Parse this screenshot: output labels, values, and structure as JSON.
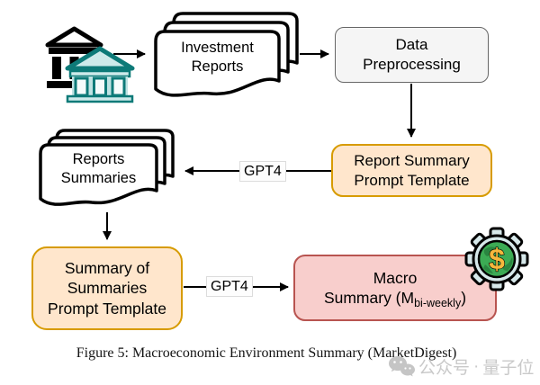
{
  "diagram": {
    "nodes": {
      "investment_reports": {
        "line1": "Investment",
        "line2": "Reports"
      },
      "data_preprocessing": {
        "line1": "Data",
        "line2": "Preprocessing"
      },
      "report_summary_prompt": {
        "line1": "Report Summary",
        "line2": "Prompt Template"
      },
      "reports_summaries": {
        "line1": "Reports",
        "line2": "Summaries"
      },
      "summary_of_summaries_prompt": {
        "line1": "Summary of",
        "line2": "Summaries",
        "line3": "Prompt Template"
      },
      "macro_summary": {
        "line1": "Macro",
        "line2_prefix": "Summary (M",
        "line2_subscript": "bi-weekly",
        "line2_suffix": ")"
      }
    },
    "edge_labels": {
      "gpt4_reports": "GPT4",
      "gpt4_macro": "GPT4"
    },
    "icons": {
      "bank_back": "bank-institution-black",
      "bank_front": "bank-institution-teal",
      "documents": "stacked-documents",
      "gear": "gear-globe-dollar"
    },
    "colors": {
      "box_gray_fill": "#f5f5f5",
      "box_gray_border": "#676767",
      "box_orange_fill": "#ffe6cc",
      "box_orange_border": "#d79b00",
      "box_pink_fill": "#f8cecc",
      "box_pink_border": "#b85450",
      "bank_teal_stroke": "#0d7a78",
      "bank_teal_fill": "#cdeaea",
      "gear_fill": "#d6e8ea",
      "globe_green": "#3cab54",
      "dollar_gold": "#f5b83d",
      "connector": "#000000"
    }
  },
  "caption": "Figure 5: Macroeconomic Environment Summary (MarketDigest)",
  "watermark": {
    "source": "公众号",
    "separator": "·",
    "name": "量子位"
  }
}
